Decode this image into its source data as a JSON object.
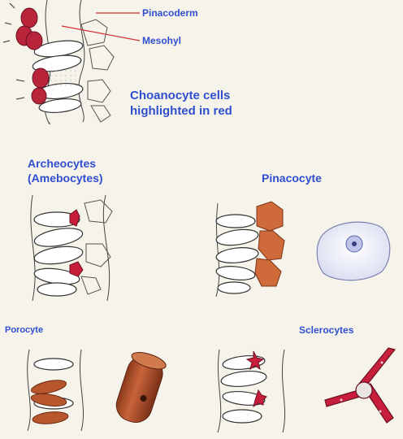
{
  "labels": {
    "pinacoderm": "Pinacoderm",
    "mesohyl": "Mesohyl",
    "choanocyte_line1": "Choanocyte cells",
    "choanocyte_line2": "highlighted in red",
    "archeocytes_line1": "Archeocytes",
    "archeocytes_line2": "(Amebocytes)",
    "pinacocyte": "Pinacocyte",
    "porocyte": "Porocyte",
    "sclerocytes": "Sclerocytes"
  },
  "colors": {
    "background": "#f6f3ea",
    "label_blue": "#2f4fd0",
    "leader_red": "#d03030",
    "choanocyte_red": "#b8243a",
    "pinacocyte_orange": "#cf6a3a",
    "porocyte_brown": "#b8562e",
    "sclerocyte_red": "#c81e3c"
  }
}
